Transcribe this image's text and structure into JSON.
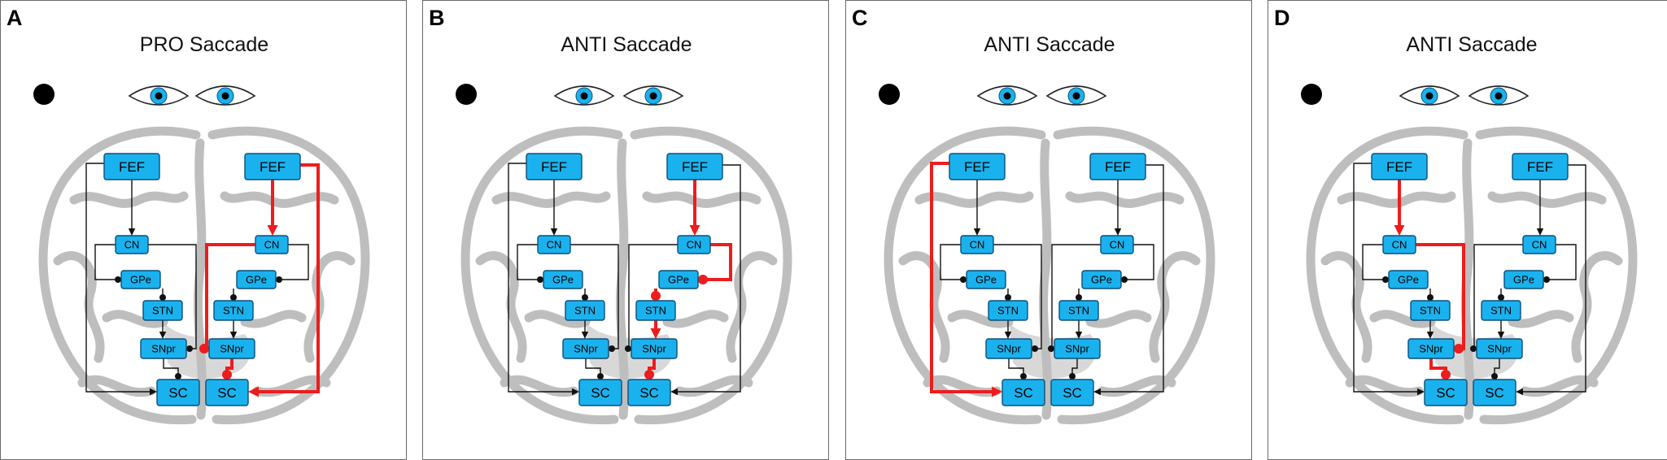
{
  "panels": [
    {
      "letter": "A",
      "title": "PRO Saccade",
      "red": [
        "r_fef_cn",
        "r_cn_snpr",
        "r_snpr_sc",
        "r_fef_sc"
      ]
    },
    {
      "letter": "B",
      "title": "ANTI Saccade",
      "red": [
        "r_fef_cn",
        "r_cn_gpe",
        "r_gpe_stn",
        "r_stn_snpr",
        "r_snpr_sc"
      ]
    },
    {
      "letter": "C",
      "title": "ANTI Saccade",
      "red": [
        "l_fef_sc"
      ]
    },
    {
      "letter": "D",
      "title": "ANTI Saccade",
      "red": [
        "l_fef_cn",
        "l_cn_snpr",
        "l_snpr_sc"
      ]
    }
  ],
  "nodes": {
    "fef": "FEF",
    "cn": "CN",
    "gpe": "GPe",
    "stn": "STN",
    "snpr": "SNpr",
    "sc": "SC"
  },
  "colors": {
    "node_fill": "#1ab2ee",
    "node_stroke": "#0b4f78",
    "pathway_active": "#ee1c1c",
    "pathway_default": "#111111",
    "brain": "#b3b3b3",
    "target": "#000000"
  },
  "icons": [
    "target-dot-icon",
    "left-eye-icon",
    "right-eye-icon",
    "brain-outline-icon"
  ]
}
